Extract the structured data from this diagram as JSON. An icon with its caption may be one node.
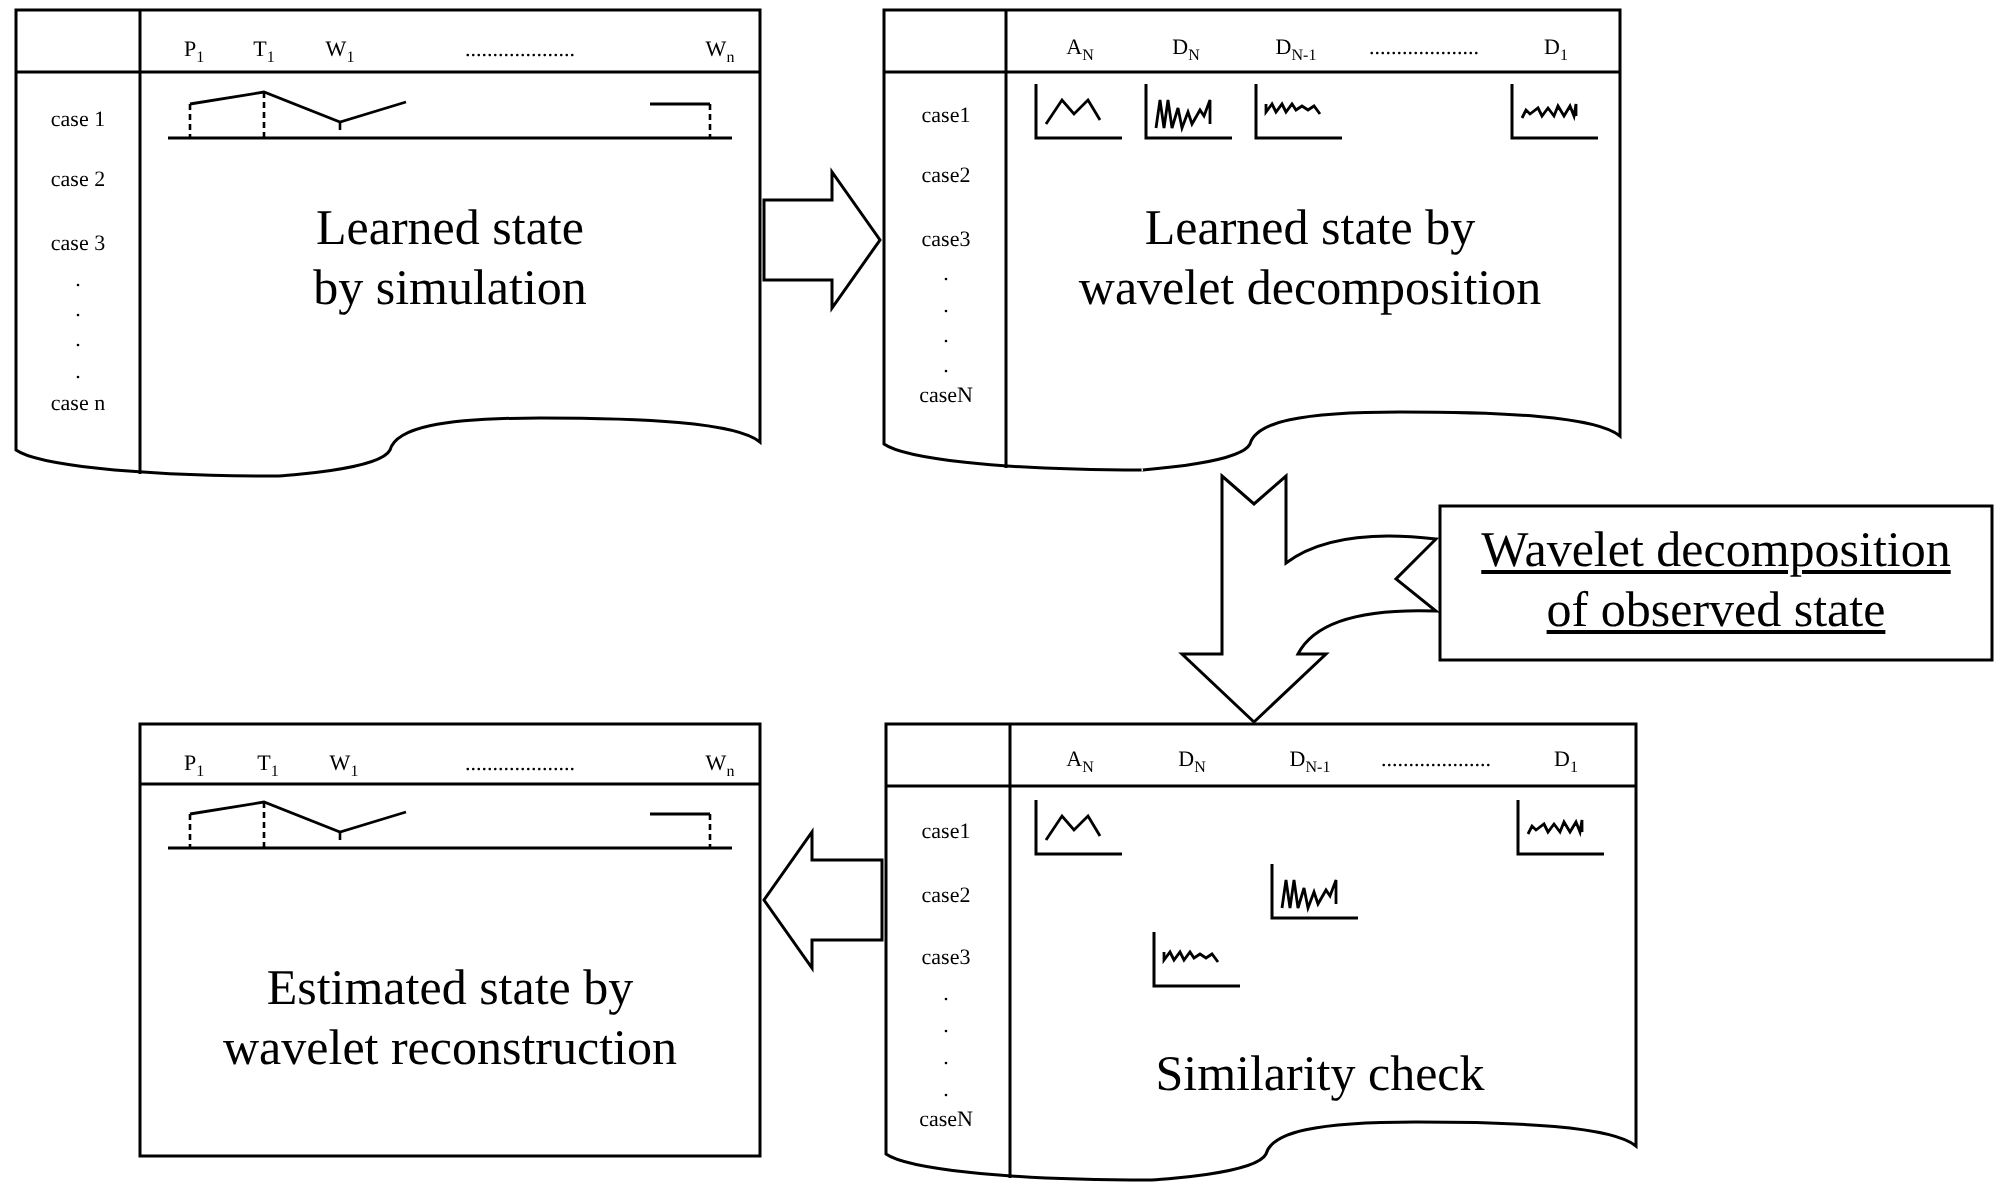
{
  "diagram": {
    "nodes": [
      {
        "text": [
          "Learned state by simulation"
        ]
      },
      {
        "text": [
          "Learned state by wavelet decomposition"
        ]
      },
      {
        "text": [
          "Wavelet decomposition of observed state"
        ]
      },
      {
        "text": [
          "Estimated state by wavelet reconstruction"
        ]
      },
      {
        "text": [
          "Similarity check"
        ]
      }
    ],
    "edges": [
      {
        "from": 0,
        "to": 1,
        "arrow": "to"
      },
      {
        "from": 1,
        "to": 4,
        "arrow": "to"
      },
      {
        "from": 2,
        "to": 4,
        "arrow": "to"
      },
      {
        "from": 4,
        "to": 3,
        "arrow": "to"
      }
    ],
    "labels": [
      "P$_{1}$",
      "T$_{1}$",
      "W$_{1}$",
      "....................",
      "W$_{n}$",
      "case 1",
      "case 2",
      "case 3",
      ".",
      ".",
      ".",
      ".",
      "case n",
      "A$_{N}$",
      "D$_{N}$",
      "D$_{N-1}$",
      "....................",
      "D$_{1}$",
      "case1",
      "case2",
      "case3",
      ".",
      ".",
      ".",
      ".",
      "caseN",
      "P$_{1}$",
      "T$_{1}$",
      "W$_{1}$",
      "....................",
      "W$_{n}$",
      "A$_{N}$",
      "D$_{N}$",
      "D$_{N-1}$",
      "....................",
      "D$_{1}$",
      "case1",
      "case2",
      "case3",
      ".",
      ".",
      ".",
      ".",
      "caseN"
    ]
  }
}
